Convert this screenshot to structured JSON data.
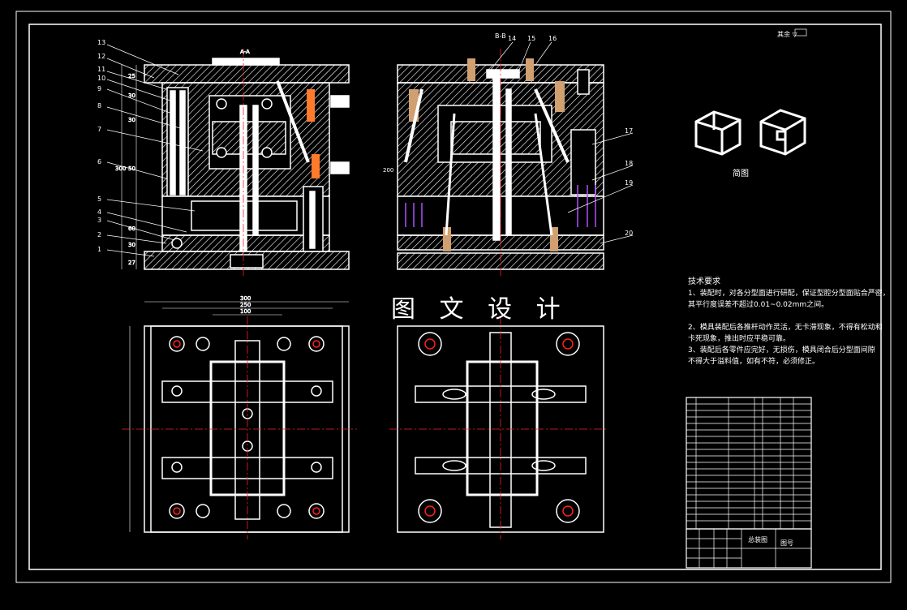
{
  "section_labels": {
    "aa": "A-A",
    "bb": "B-B"
  },
  "part_numbers_left": [
    "13",
    "12",
    "11",
    "10",
    "9",
    "8",
    "7",
    "6",
    "5",
    "4",
    "3",
    "2",
    "1"
  ],
  "part_numbers_right": [
    "14",
    "15",
    "16",
    "17",
    "18",
    "19",
    "20"
  ],
  "dimensions": {
    "left_vert": [
      "25",
      "30",
      "30",
      "300",
      "50",
      "60",
      "30",
      "27"
    ],
    "top_widths": [
      "300",
      "250",
      "100"
    ],
    "right_vert": "200"
  },
  "watermark": "图 文 设 计",
  "iso_caption": "简图",
  "scale_tag": "其余 ▽",
  "tech_requirements": {
    "title": "技术要求",
    "lines": [
      "1、装配时，对各分型面进行研配，保证型腔分型面贴合严密，",
      "其平行度误差不超过0.01~0.02mm之间。",
      "2、模具装配后各推杆动作灵活，无卡滞现象，不得有松动和",
      "卡死现象，推出时应平稳可靠。",
      "3、装配后各零件应完好，无损伤，模具闭合后分型面间隙",
      "不得大于溢料值，如有不符，必须修正。"
    ]
  },
  "title_block": {
    "drawing_name": "总装图",
    "material": "图号"
  },
  "colors": {
    "line": "#ffffff",
    "hatch": "#ffffff",
    "center": "#ff2020",
    "accent": "#ff7a2a",
    "bolt": "#d0a070",
    "spring": "#b050ff"
  }
}
